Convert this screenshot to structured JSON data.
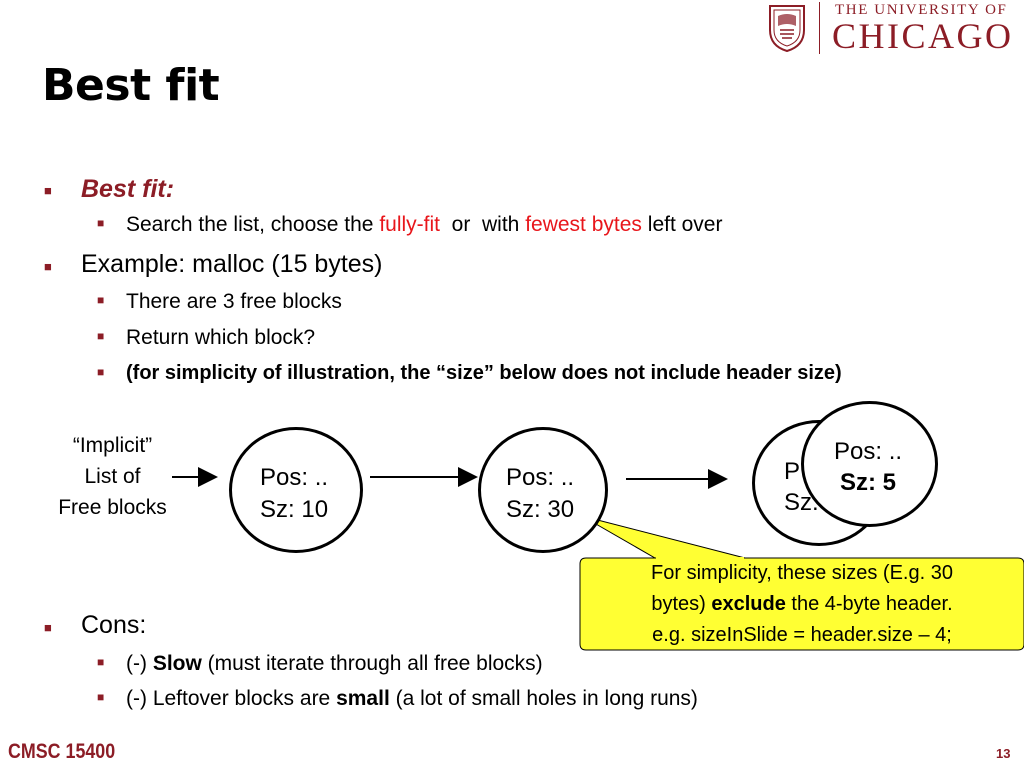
{
  "header": {
    "university_line1": "THE UNIVERSITY OF",
    "university_line2": "CHICAGO"
  },
  "slide": {
    "title": "Best fit",
    "bullets": {
      "best_fit_label": "Best fit:",
      "search_pre": "Search the list, choose the ",
      "search_fully_fit": "fully-fit",
      "search_mid": "  or  with ",
      "search_fewest": "fewest bytes",
      "search_post": " left over",
      "example": "Example: malloc (15 bytes)",
      "free_blocks": "There are 3 free blocks",
      "return_which": "Return which block?",
      "simplicity_note": "(for simplicity of illustration, the “size” below does not include header size)",
      "cons": "Cons:",
      "slow_pre": "(-) ",
      "slow_bold": "Slow",
      "slow_post": " (must iterate through all free blocks)",
      "leftover_pre": "(-) Leftover blocks are ",
      "leftover_bold": "small",
      "leftover_post": " (a lot of small holes in long runs)"
    }
  },
  "diagram": {
    "implicit_label": "“Implicit”\nList of\nFree blocks",
    "block1": {
      "pos": "Pos: ..",
      "size": "Sz: 10"
    },
    "block2": {
      "pos": "Pos: ..",
      "size": "Sz: 30"
    },
    "block3_hidden": {
      "pos": "P",
      "size": "Sz:"
    },
    "block4": {
      "pos": "Pos: ..",
      "size": "Sz: 5"
    },
    "callout": {
      "line1": "For simplicity, these sizes (E.g. 30",
      "line2_pre": "bytes) ",
      "line2_bold": "exclude",
      "line2_post": " the 4-byte header.",
      "line3": "e.g. sizeInSlide = header.size – 4;"
    }
  },
  "footer": {
    "course": "CMSC 15400",
    "page_number": "13"
  },
  "colors": {
    "maroon": "#8c1d26",
    "red_highlight": "#e8161b",
    "callout_fill": "#ffff33"
  }
}
